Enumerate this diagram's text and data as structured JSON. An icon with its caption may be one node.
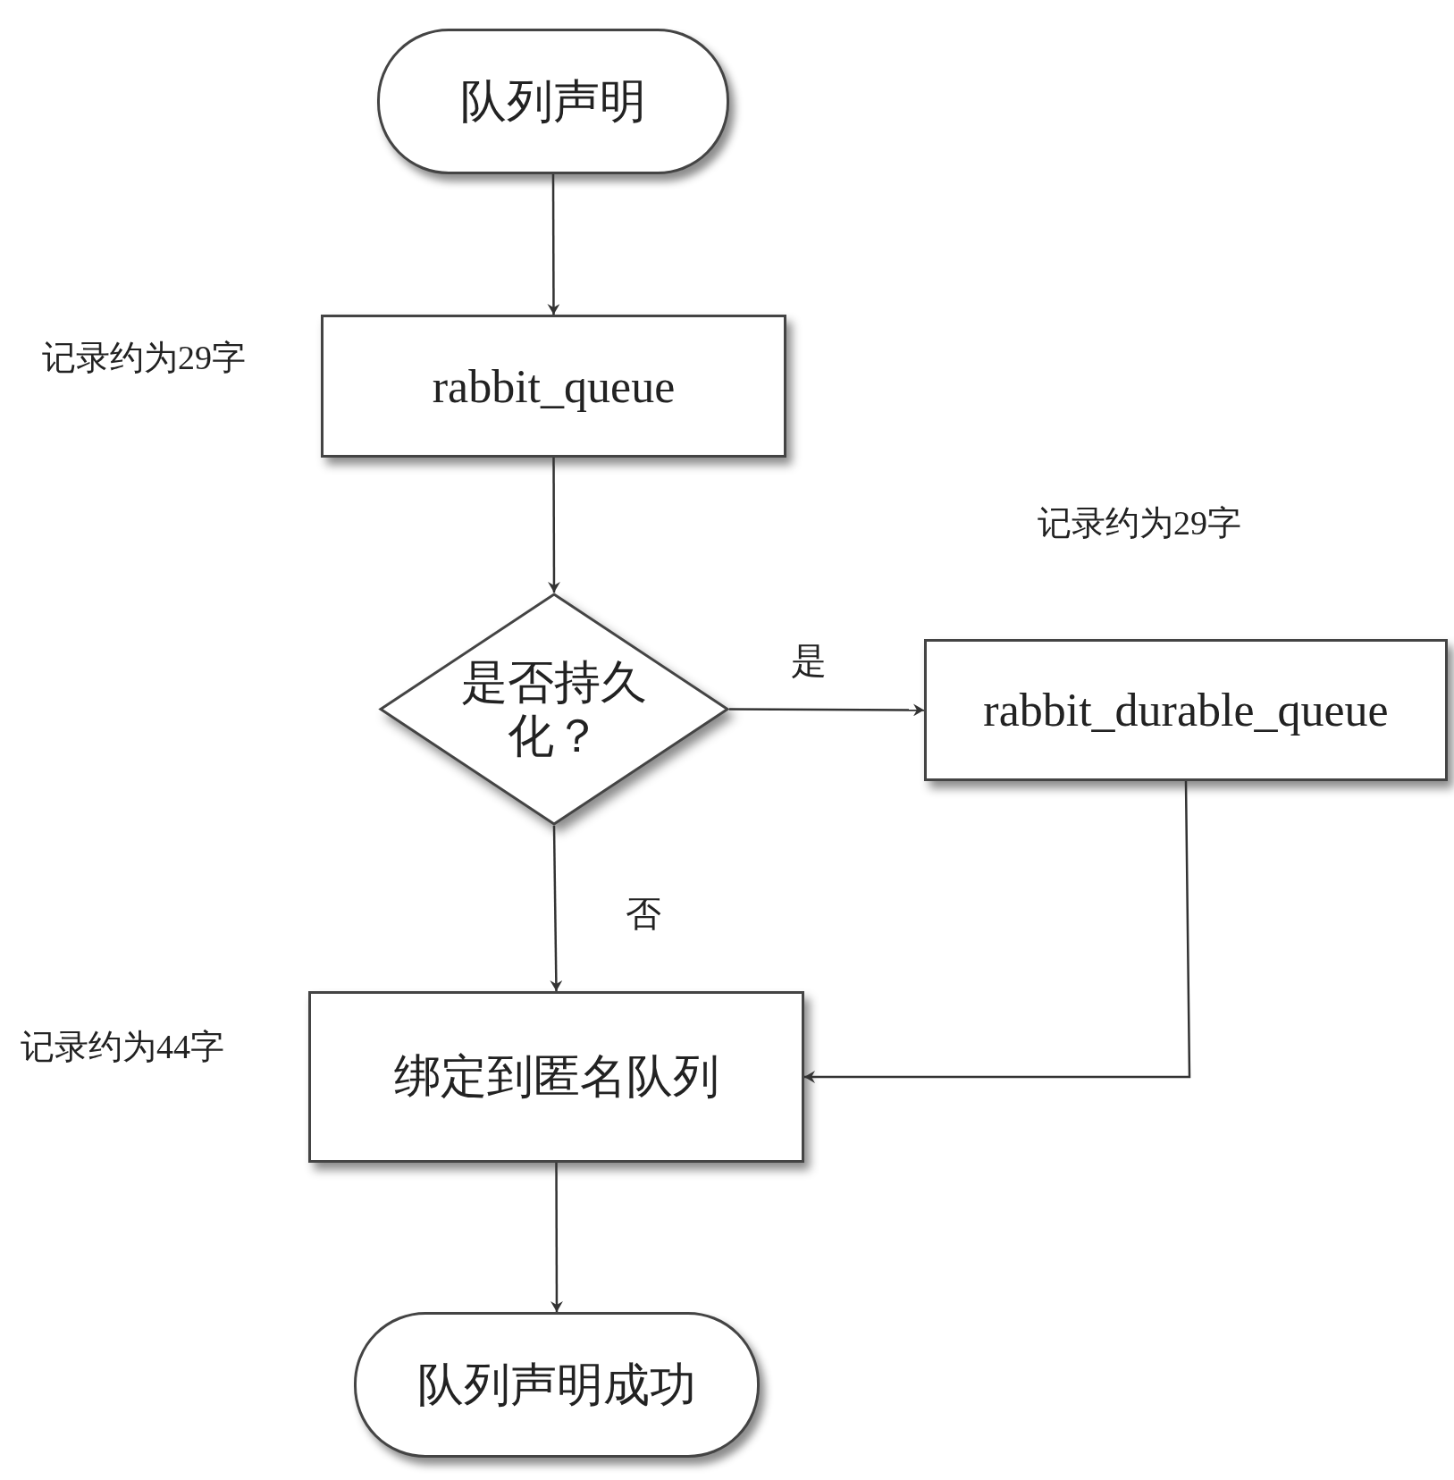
{
  "diagram": {
    "nodes": [
      {
        "text": [
          "队列声明"
        ]
      },
      {
        "text": [
          "rabbit_queue"
        ],
        "beside": [
          "记录约为29字"
        ]
      },
      {
        "text": [
          "是否持久化？"
        ]
      },
      {
        "text": [
          "rabbit_durable_queue"
        ],
        "beside": [
          "记录约为29字"
        ]
      },
      {
        "text": [
          "绑定到匿名队列"
        ],
        "beside": [
          "记录约为44字"
        ]
      },
      {
        "text": [
          "队列声明成功"
        ]
      }
    ],
    "edges": [
      {
        "from": 0,
        "to": 1,
        "arrow": "to"
      },
      {
        "from": 1,
        "to": 2,
        "arrow": "to"
      },
      {
        "from": 2,
        "to": 3,
        "arrow": "to",
        "label": "是"
      },
      {
        "from": 2,
        "to": 4,
        "arrow": "to",
        "label": "否"
      },
      {
        "from": 3,
        "to": 4,
        "arrow": "to"
      },
      {
        "from": 4,
        "to": 5,
        "arrow": "to"
      }
    ]
  }
}
